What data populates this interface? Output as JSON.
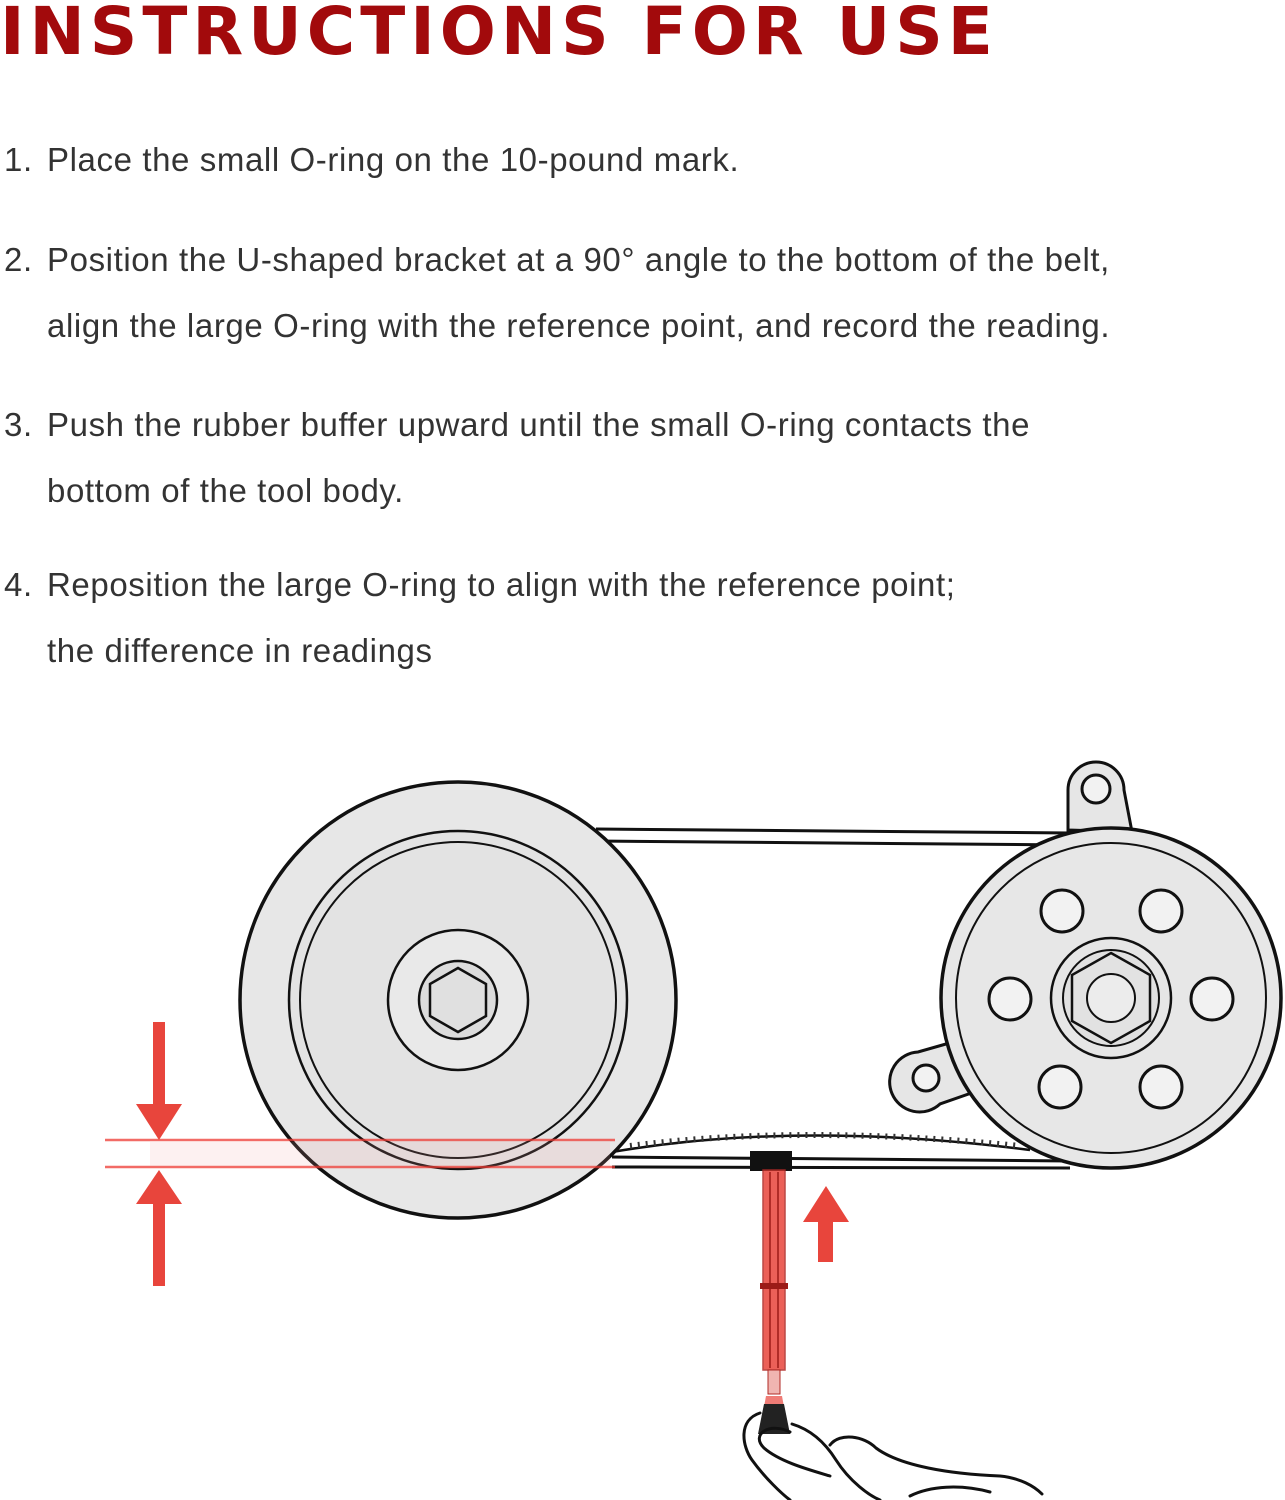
{
  "title": "INSTRUCTIONS FOR USE",
  "steps": [
    {
      "number": "1.",
      "lines": [
        "Place the small O-ring on the 10-pound mark."
      ]
    },
    {
      "number": "2.",
      "lines": [
        "Position the U-shaped bracket at a 90° angle to the bottom of the belt,",
        "align the large O-ring with the reference point, and record the reading."
      ]
    },
    {
      "number": "3.",
      "lines": [
        "Push the rubber buffer upward until the small O-ring contacts the",
        "bottom of the tool body."
      ]
    },
    {
      "number": "4.",
      "lines": [
        "Reposition the large O-ring to align with the reference point;",
        "the difference in readings"
      ]
    }
  ],
  "colors": {
    "title": "#a20a0c",
    "text": "#333333",
    "accent": "#e8453c"
  }
}
